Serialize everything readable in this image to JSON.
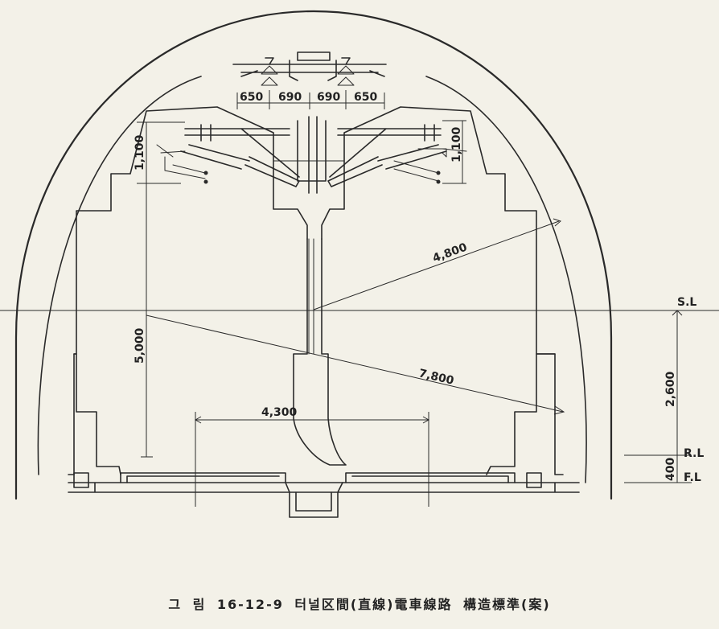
{
  "figure": {
    "dimensions": {
      "d650_left": "650",
      "d690_left": "690",
      "d690_right": "690",
      "d650_right": "650",
      "d1100_left": "1,100",
      "d1100_right": "1,100",
      "d5000": "5,000",
      "d4800": "4,800",
      "d7800": "7,800",
      "d4300": "4,300",
      "d2600": "2,600",
      "d400": "400"
    },
    "levels": {
      "sl": "S.L",
      "rl": "R.L",
      "fl": "F.L"
    },
    "caption": "그 림  16-12-9   터널区間(直線)電車線路  構造標準(案)"
  }
}
